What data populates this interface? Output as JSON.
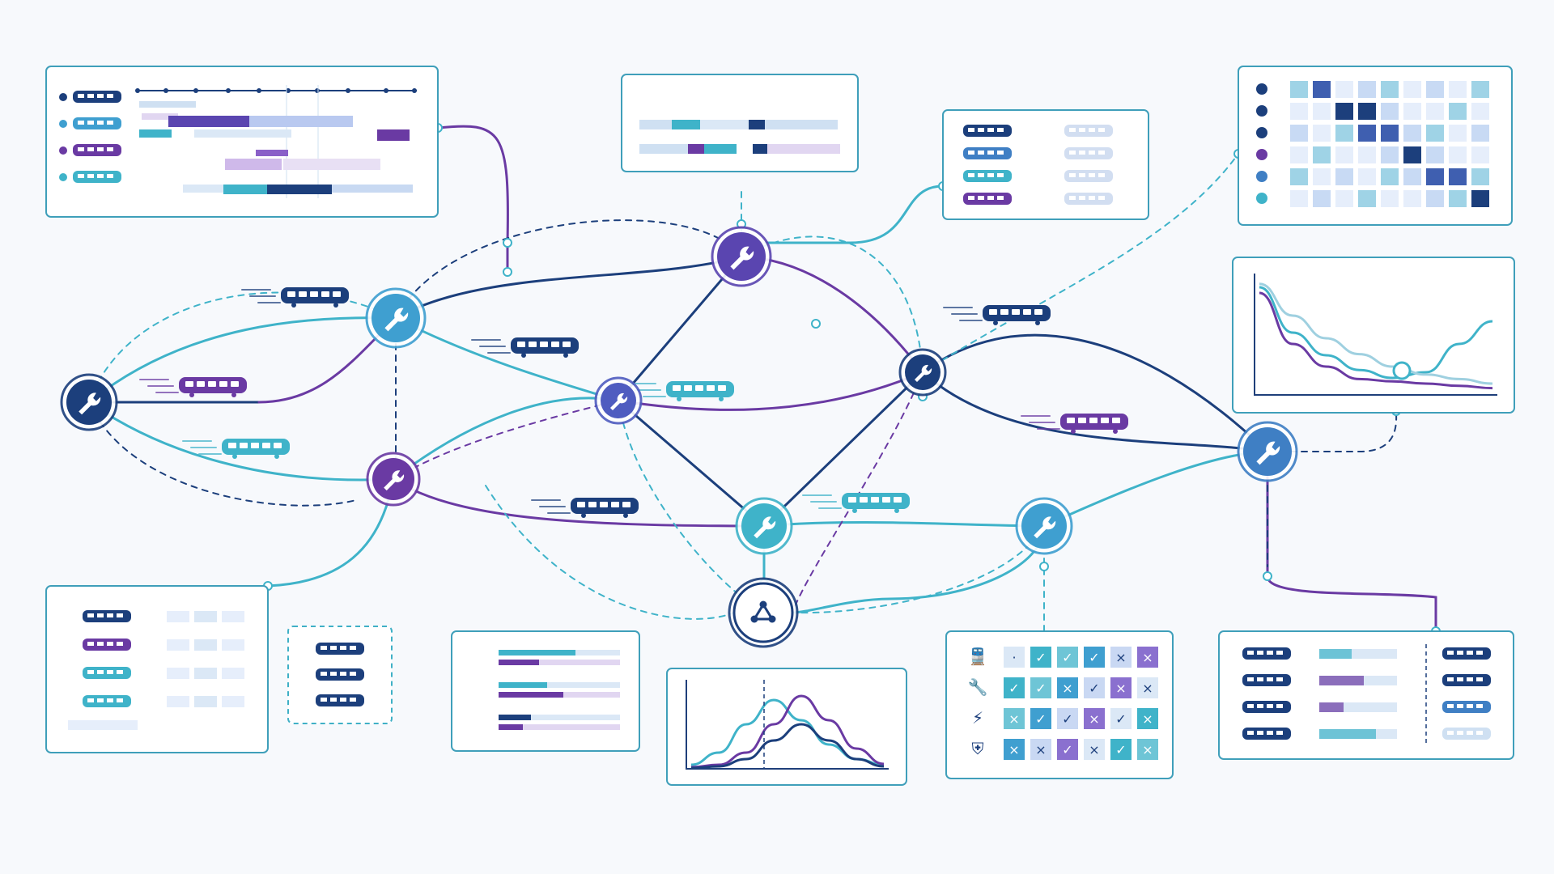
{
  "palette": {
    "navy": "#1c3f7c",
    "teal": "#3fb3c9",
    "purple": "#6a3aa3",
    "blue": "#3f7fc4",
    "light": "#cfe0f2"
  },
  "icons": {
    "node": "wrench-icon",
    "hub": "network-icon",
    "vehicle": "train-icon",
    "rows": [
      "train-icon",
      "wrench-icon",
      "lightning-icon",
      "shield-icon"
    ]
  },
  "nodes": [
    {
      "id": "n-west",
      "color": "#1c3f7c"
    },
    {
      "id": "n-upper-left",
      "color": "#3f9fd0"
    },
    {
      "id": "n-lower-left",
      "color": "#6a3aa3"
    },
    {
      "id": "n-top",
      "color": "#5a45b0"
    },
    {
      "id": "n-center",
      "color": "#4f5cc0"
    },
    {
      "id": "n-right-dark",
      "color": "#1c3f7c"
    },
    {
      "id": "n-bottom-center",
      "color": "#3fb3c9"
    },
    {
      "id": "n-bottom-right",
      "color": "#3f9fd0"
    },
    {
      "id": "n-east",
      "color": "#3f7fc4"
    },
    {
      "id": "hub-network",
      "color": "#1c3f7c"
    }
  ],
  "trains": [
    {
      "color": "#1c3f7c"
    },
    {
      "color": "#6a3aa3"
    },
    {
      "color": "#3fb3c9"
    },
    {
      "color": "#1c3f7c"
    },
    {
      "color": "#3fb3c9"
    },
    {
      "color": "#1c3f7c"
    },
    {
      "color": "#3fb3c9"
    },
    {
      "color": "#1c3f7c"
    },
    {
      "color": "#6a3aa3"
    },
    {
      "color": "#1c3f7c"
    }
  ],
  "panels": {
    "timeline": {
      "rows": 4,
      "marker_colors": [
        "#1c3f7c",
        "#3f9fd0",
        "#6a3aa3",
        "#3fb3c9"
      ]
    },
    "heatmap": {
      "rows": 6,
      "cols": 9
    },
    "check_matrix": {
      "rows": [
        [
          "·",
          "✓",
          "✓",
          "✓",
          "×",
          "×"
        ],
        [
          "✓",
          "✓",
          "×",
          "✓",
          "×",
          "×"
        ],
        [
          "×",
          "✓",
          "✓",
          "×",
          "✓",
          "×"
        ],
        [
          "×",
          "×",
          "✓",
          "×",
          "✓",
          "×"
        ]
      ]
    }
  },
  "chart_data": [
    {
      "type": "line",
      "series": [
        {
          "color": "#3fb3c9",
          "values": [
            0.95,
            0.55,
            0.35,
            0.22,
            0.15,
            0.2,
            0.45,
            0.65
          ]
        },
        {
          "color": "#6a3aa3",
          "values": [
            0.9,
            0.45,
            0.25,
            0.14,
            0.12,
            0.1,
            0.08,
            0.06
          ]
        },
        {
          "color": "#9fd0e0",
          "values": [
            0.98,
            0.7,
            0.5,
            0.36,
            0.25,
            0.18,
            0.14,
            0.1
          ]
        }
      ],
      "grid": false,
      "legend": "none"
    },
    {
      "type": "area",
      "series": [
        {
          "color": "#3fb3c9",
          "values": [
            0.05,
            0.2,
            0.55,
            0.85,
            0.6,
            0.3,
            0.12,
            0.05
          ]
        },
        {
          "color": "#6a3aa3",
          "values": [
            0.02,
            0.05,
            0.2,
            0.55,
            0.9,
            0.6,
            0.25,
            0.06
          ]
        },
        {
          "color": "#1c3f7c",
          "values": [
            0.01,
            0.03,
            0.12,
            0.35,
            0.55,
            0.35,
            0.12,
            0.03
          ]
        }
      ],
      "grid": false,
      "legend": "none"
    }
  ]
}
